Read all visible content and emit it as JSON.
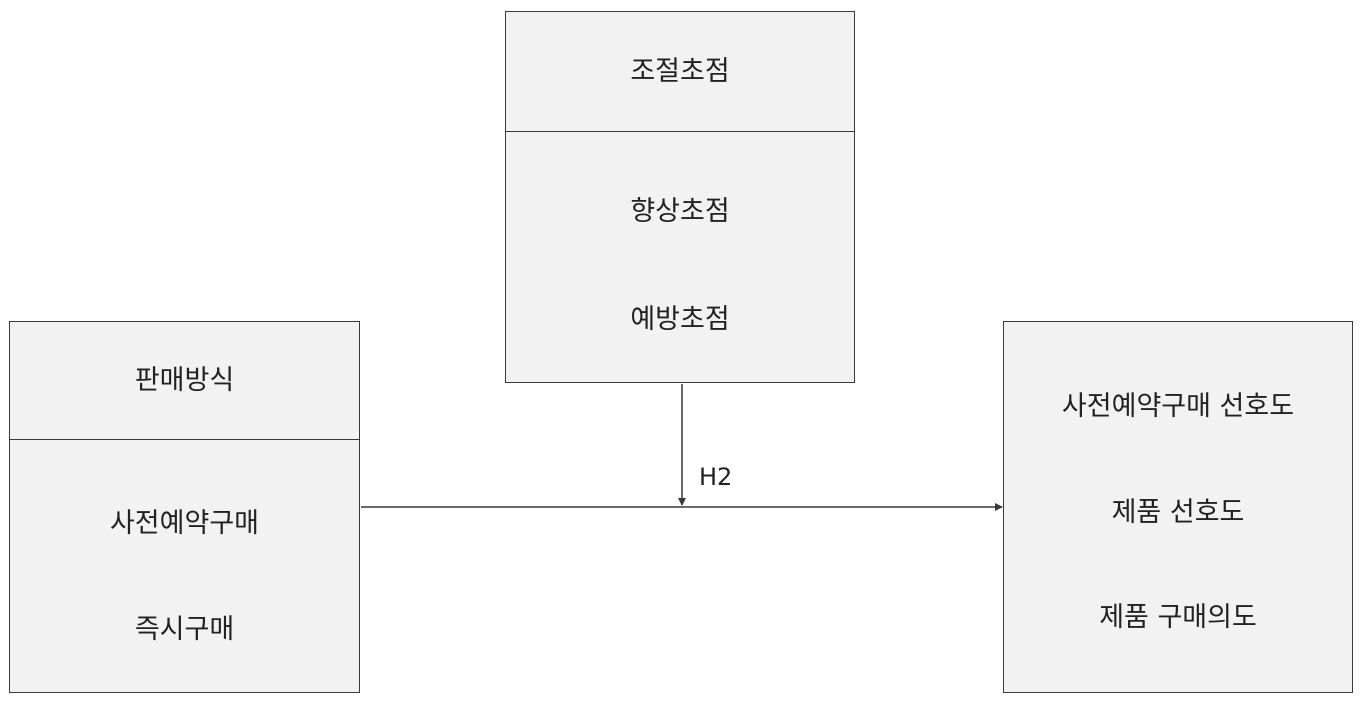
{
  "moderator": {
    "title": "조절초점",
    "items": [
      "향상초점",
      "예방초점"
    ]
  },
  "independent": {
    "title": "판매방식",
    "items": [
      "사전예약구매",
      "즉시구매"
    ]
  },
  "dependent": {
    "items": [
      "사전예약구매 선호도",
      "제품 선호도",
      "제품 구매의도"
    ]
  },
  "hypothesis": {
    "label": "H2"
  },
  "colors": {
    "box_fill": "#f2f2f2",
    "border": "#3a3a3a",
    "text": "#222222"
  }
}
